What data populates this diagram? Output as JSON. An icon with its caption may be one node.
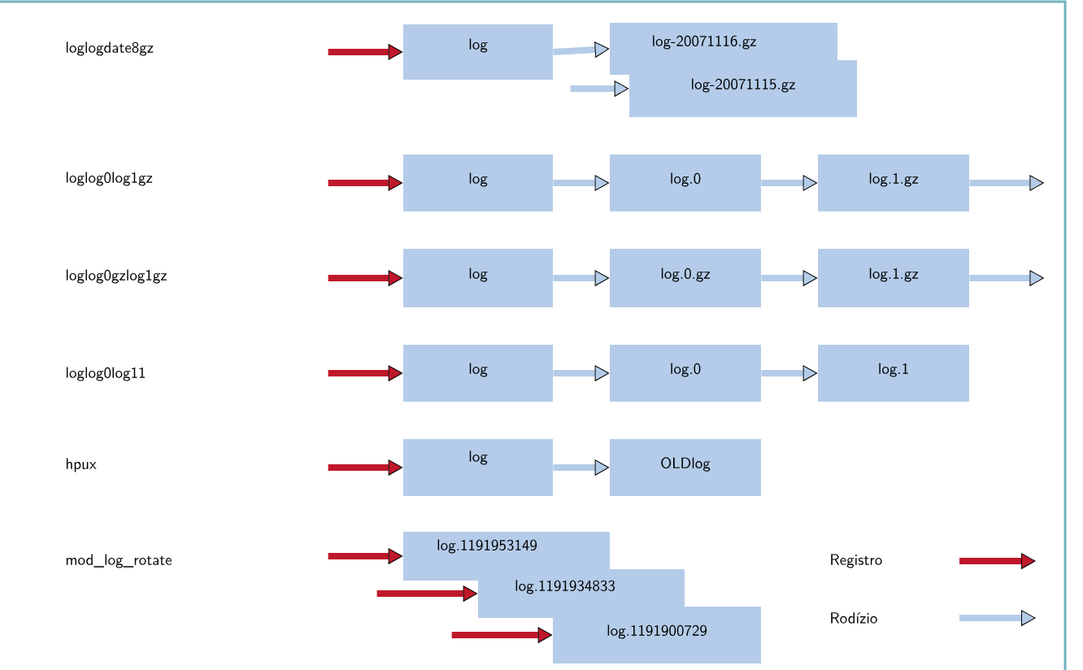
{
  "diagram": {
    "nodes": [
      {
        "text": [
          "log"
        ]
      },
      {
        "text": [
          "log-20071116.gz"
        ]
      },
      {
        "text": [
          "log-20071115.gz"
        ]
      },
      {
        "text": [
          "log"
        ]
      },
      {
        "text": [
          "log.0"
        ]
      },
      {
        "text": [
          "log.1.gz"
        ]
      },
      {
        "text": [
          "log"
        ]
      },
      {
        "text": [
          "log.0.gz"
        ]
      },
      {
        "text": [
          "log.1.gz"
        ]
      },
      {
        "text": [
          "log"
        ]
      },
      {
        "text": [
          "log.0"
        ]
      },
      {
        "text": [
          "log.1"
        ]
      },
      {
        "text": [
          "log"
        ]
      },
      {
        "text": [
          "OLDlog"
        ]
      },
      {
        "text": [
          "log.1191953149"
        ]
      },
      {
        "text": [
          "log.1191934833"
        ]
      },
      {
        "text": [
          "log.1191900729"
        ]
      }
    ],
    "edges": [
      {
        "from": null,
        "to": 0,
        "arrow": "to",
        "color": "#c0182b"
      },
      {
        "from": 0,
        "to": 1,
        "arrow": "to"
      },
      {
        "from": null,
        "to": 2,
        "arrow": "to"
      },
      {
        "from": null,
        "to": 3,
        "arrow": "to",
        "color": "#c0182b"
      },
      {
        "from": 3,
        "to": 4,
        "arrow": "to"
      },
      {
        "from": 4,
        "to": 5,
        "arrow": "to"
      },
      {
        "from": 5,
        "to": null,
        "arrow": "to"
      },
      {
        "from": null,
        "to": 6,
        "arrow": "to",
        "color": "#c0182b"
      },
      {
        "from": 6,
        "to": 7,
        "arrow": "to"
      },
      {
        "from": 7,
        "to": 8,
        "arrow": "to"
      },
      {
        "from": 8,
        "to": null,
        "arrow": "to"
      },
      {
        "from": null,
        "to": 9,
        "arrow": "to",
        "color": "#c0182b"
      },
      {
        "from": 9,
        "to": 10,
        "arrow": "to"
      },
      {
        "from": 10,
        "to": 11,
        "arrow": "to"
      },
      {
        "from": null,
        "to": 12,
        "arrow": "to",
        "color": "#c0182b"
      },
      {
        "from": 12,
        "to": 13,
        "arrow": "to"
      },
      {
        "from": null,
        "to": 14,
        "arrow": "to",
        "color": "#c0182b"
      },
      {
        "from": null,
        "to": 15,
        "arrow": "to",
        "color": "#c0182b"
      },
      {
        "from": null,
        "to": 16,
        "arrow": "to",
        "color": "#c0182b"
      }
    ],
    "labels": [
      "loglogdate8gz",
      "loglog0log1gz",
      "loglog0gzlog1gz",
      "loglog0log11",
      "hpux",
      "mod_log_rotate"
    ],
    "legend": [
      {
        "text": "Registro"
      },
      {
        "text": "Rodízio"
      }
    ]
  }
}
